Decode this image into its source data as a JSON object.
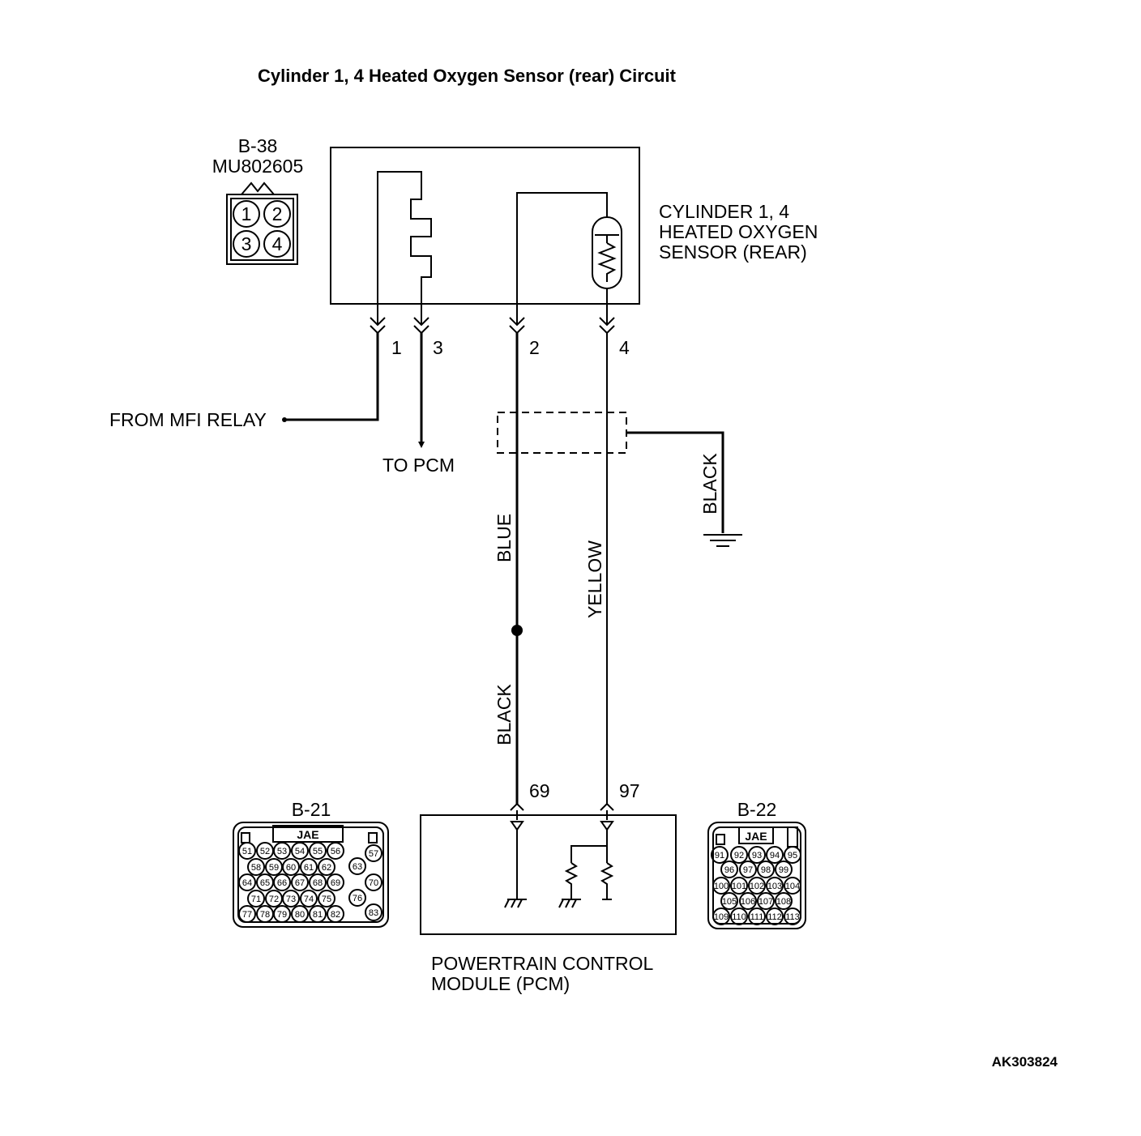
{
  "title": "Cylinder 1, 4 Heated Oxygen Sensor (rear) Circuit",
  "figure_id": "AK303824",
  "sensor_connector": {
    "ref": "B-38",
    "part_number": "MU802605",
    "pins": [
      "1",
      "2",
      "3",
      "4"
    ]
  },
  "sensor": {
    "label_lines": [
      "CYLINDER 1, 4",
      "HEATED OXYGEN",
      "SENSOR (REAR)"
    ],
    "terminals": [
      "1",
      "3",
      "2",
      "4"
    ]
  },
  "from_label": "FROM MFI RELAY",
  "to_label": "TO PCM",
  "wire_colors": {
    "blue": "BLUE",
    "yellow": "YELLOW",
    "black_shield": "BLACK",
    "black_lower": "BLACK"
  },
  "pcm": {
    "label_lines": [
      "POWERTRAIN CONTROL",
      "MODULE (PCM)"
    ],
    "terminals": [
      "69",
      "97"
    ]
  },
  "connector_b21": {
    "ref": "B-21",
    "brand": "JAE",
    "pins": [
      "51",
      "52",
      "53",
      "54",
      "55",
      "56",
      "57",
      "58",
      "59",
      "60",
      "61",
      "62",
      "63",
      "64",
      "65",
      "66",
      "67",
      "68",
      "69",
      "70",
      "71",
      "72",
      "73",
      "74",
      "75",
      "76",
      "77",
      "78",
      "79",
      "80",
      "81",
      "82",
      "83"
    ]
  },
  "connector_b22": {
    "ref": "B-22",
    "brand": "JAE",
    "pins": [
      "91",
      "92",
      "93",
      "94",
      "95",
      "96",
      "97",
      "98",
      "99",
      "100",
      "101",
      "102",
      "103",
      "104",
      "105",
      "106",
      "107",
      "108",
      "109",
      "110",
      "111",
      "112",
      "113"
    ]
  }
}
